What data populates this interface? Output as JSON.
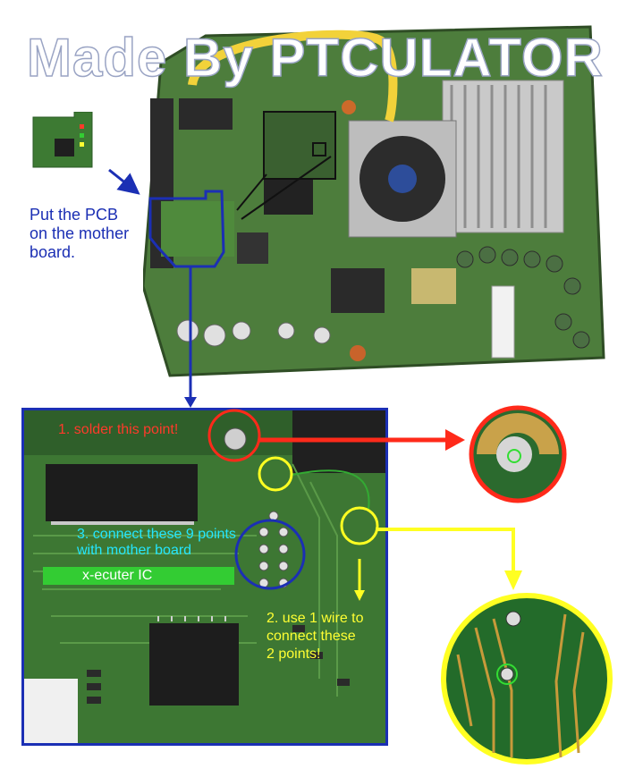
{
  "watermark": {
    "text": "Made By PTCULATOR"
  },
  "intro": {
    "caption_lines": [
      "Put the PCB",
      "on the mother",
      "board."
    ]
  },
  "steps": {
    "step1": "1. solder this point!",
    "step3_lines": [
      "3. connect these 9 points",
      "with mother board"
    ],
    "ic_label": "x-ecuter IC",
    "step2_lines": [
      "2. use 1 wire to",
      "connect these",
      "2 points!"
    ]
  },
  "colors": {
    "blue": "#1b2fb4",
    "red": "#ff3a2a",
    "yellow": "#ffff33",
    "cyan": "#24e6ff",
    "green": "#33cc33",
    "pcb_green": "#3f7a32"
  }
}
